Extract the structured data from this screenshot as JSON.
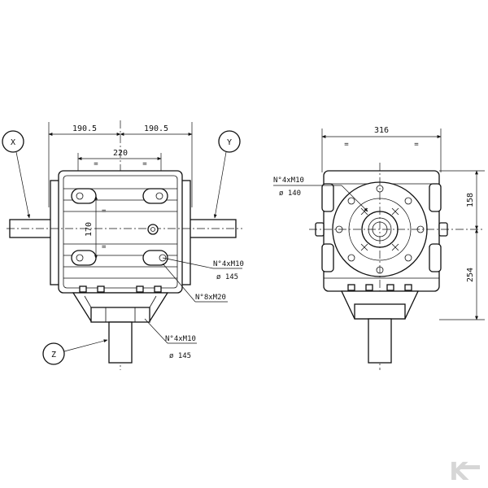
{
  "front_view": {
    "dim_left": "190.5",
    "dim_right": "190.5",
    "dim_inner": "220",
    "dim_vertical": "170",
    "eq_mark": "=",
    "callout_top_bolts": "N°4xM10",
    "callout_top_dia": "ø 145",
    "callout_mount": "N°8xM20",
    "callout_bottom_bolts": "N°4xM10",
    "callout_bottom_dia": "ø 145"
  },
  "shaft_labels": {
    "left": "X",
    "right": "Y",
    "bottom": "Z"
  },
  "side_view": {
    "dim_width": "316",
    "dim_upper": "158",
    "dim_lower": "254",
    "callout_bolts": "N°4xM10",
    "callout_dia": "ø 140"
  },
  "brand": {
    "logo_letter": "K",
    "logo_color": "#d6d6d6"
  }
}
